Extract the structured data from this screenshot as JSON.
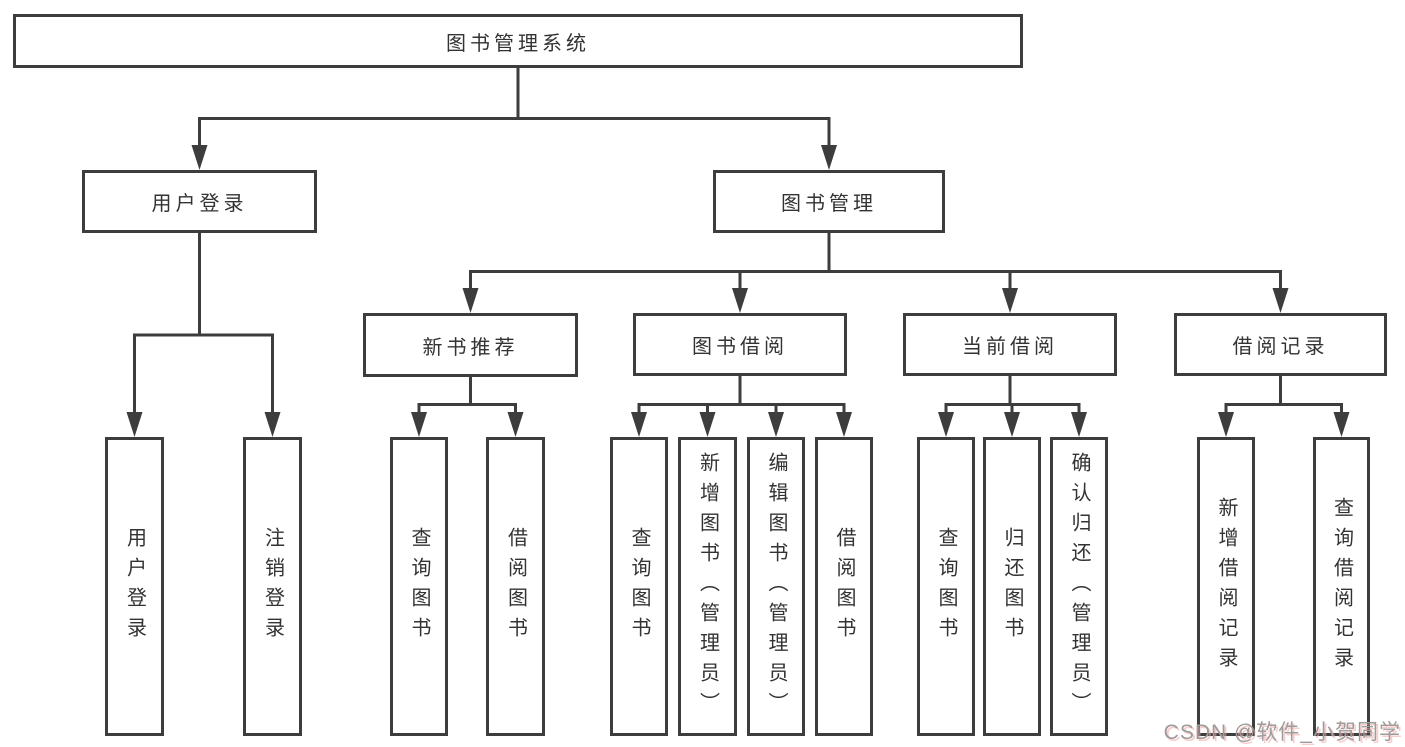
{
  "colors": {
    "line": "#3d3d3d",
    "box_border": "#3d3d3d",
    "text": "#333333",
    "background": "#ffffff",
    "watermark_gray": "#9c9c9c",
    "watermark_halo": "#f4a0a0"
  },
  "diagram": {
    "root": {
      "label": "图书管理系统"
    },
    "level2": [
      {
        "label": "用户登录"
      },
      {
        "label": "图书管理"
      }
    ],
    "level3": [
      {
        "label": "新书推荐"
      },
      {
        "label": "图书借阅"
      },
      {
        "label": "当前借阅"
      },
      {
        "label": "借阅记录"
      }
    ],
    "leaves": {
      "user_login": [
        "用户登录",
        "注销登录"
      ],
      "new_books": [
        "查询图书",
        "借阅图书"
      ],
      "book_borrow": [
        "查询图书",
        "新增图书（管理员）",
        "编辑图书（管理员）",
        "借阅图书"
      ],
      "current_borrow": [
        "查询图书",
        "归还图书",
        "确认归还（管理员）"
      ],
      "borrow_records": [
        "新增借阅记录",
        "查询借阅记录"
      ]
    }
  },
  "watermark": {
    "text": "CSDN @软件_小贺同学"
  }
}
